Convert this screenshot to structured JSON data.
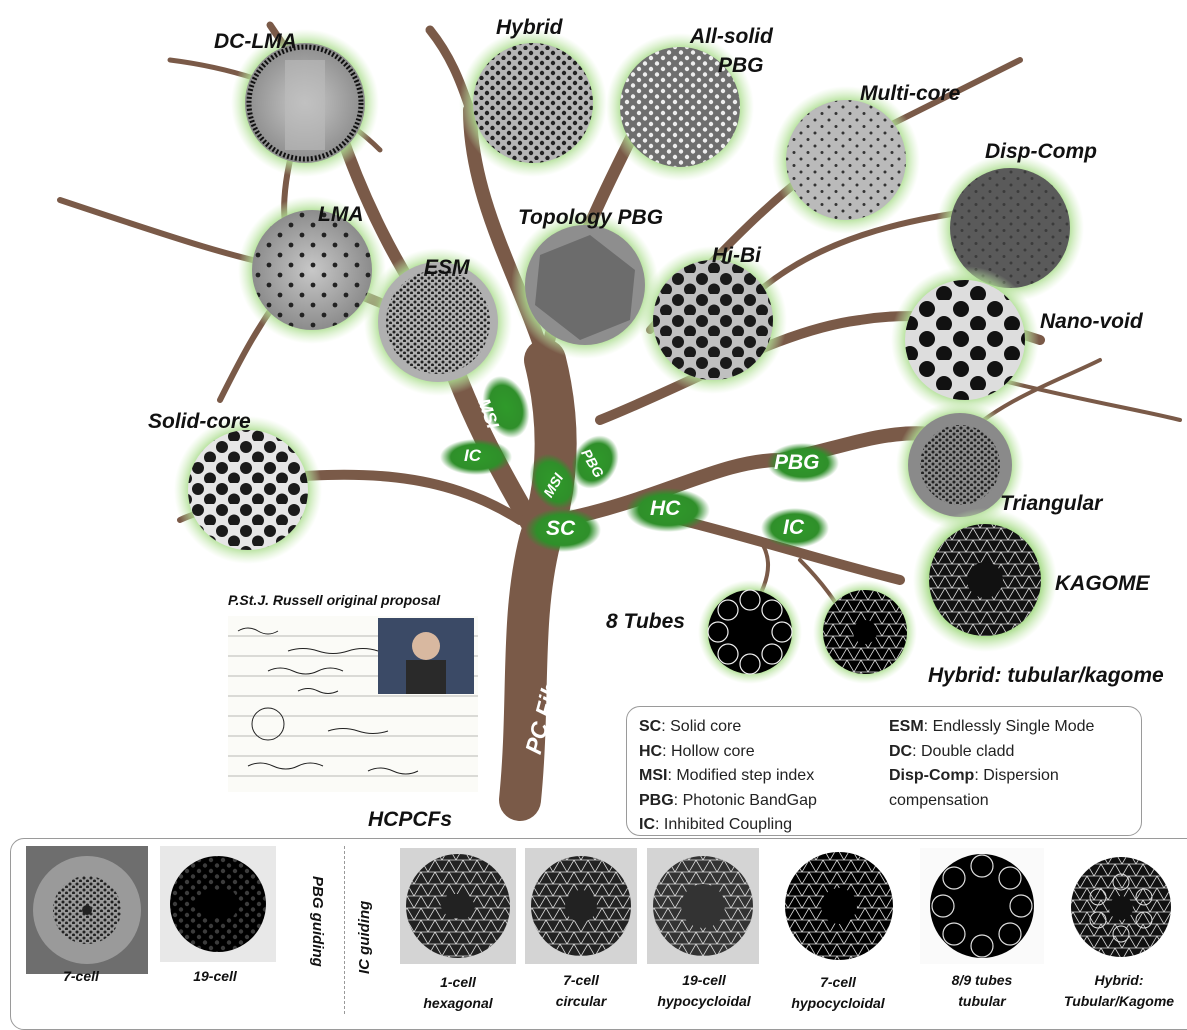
{
  "tree": {
    "trunk_label": "PC Fibers",
    "nodes": [
      {
        "id": "dc-lma",
        "label": "DC-LMA"
      },
      {
        "id": "hybrid",
        "label": "Hybrid"
      },
      {
        "id": "all-solid-pbg",
        "label": "All-solid\nPBG",
        "line1": "All-solid",
        "line2": "PBG"
      },
      {
        "id": "multi-core",
        "label": "Multi-core"
      },
      {
        "id": "disp-comp",
        "label": "Disp-Comp"
      },
      {
        "id": "lma",
        "label": "LMA"
      },
      {
        "id": "topology-pbg",
        "label": "Topology PBG"
      },
      {
        "id": "esm",
        "label": "ESM"
      },
      {
        "id": "hi-bi",
        "label": "Hi-Bi"
      },
      {
        "id": "nano-void",
        "label": "Nano-void"
      },
      {
        "id": "solid-core",
        "label": "Solid-core"
      },
      {
        "id": "triangular",
        "label": "Triangular"
      },
      {
        "id": "kagome",
        "label": "KAGOME"
      },
      {
        "id": "eight-tubes",
        "label": "8 Tubes"
      },
      {
        "id": "hybrid-tubular",
        "label": "Hybrid: tubular/kagome"
      }
    ],
    "branch_tags": {
      "msi_upper": "MSI",
      "ic_left": "IC",
      "msi_lower": "MSI",
      "pbg_small": "PBG",
      "sc": "SC",
      "hc": "HC",
      "pbg_right": "PBG",
      "ic_right": "IC"
    },
    "tag_color": "#2f8f2a",
    "halo_color": "#a8dc8a",
    "branch_color": "#7a5a48"
  },
  "proposal": {
    "title": "P.St.J. Russell original proposal"
  },
  "legend": {
    "left": [
      {
        "abbr": "SC",
        "text": ": Solid core"
      },
      {
        "abbr": "HC",
        "text": ": Hollow core"
      },
      {
        "abbr": "MSI",
        "text": ": Modified step index"
      },
      {
        "abbr": "PBG",
        "text": ": Photonic BandGap"
      },
      {
        "abbr": "IC",
        "text": ": Inhibited Coupling"
      }
    ],
    "right": [
      {
        "abbr": "ESM",
        "text": ": Endlessly Single Mode"
      },
      {
        "abbr": "DC",
        "text": ": Double cladd"
      },
      {
        "abbr": "Disp-Comp",
        "text": ": Dispersion"
      },
      {
        "abbr": "",
        "text": "compensation"
      }
    ]
  },
  "hcpcfs": {
    "title": "HCPCFs",
    "pbg_guiding": "PBG guiding",
    "ic_guiding": "IC guiding",
    "items": [
      {
        "line1": "7-cell",
        "line2": ""
      },
      {
        "line1": "19-cell",
        "line2": ""
      },
      {
        "line1": "1-cell",
        "line2": "hexagonal"
      },
      {
        "line1": "7-cell",
        "line2": "circular"
      },
      {
        "line1": "19-cell",
        "line2": "hypocycloidal"
      },
      {
        "line1": "7-cell",
        "line2": "hypocycloidal"
      },
      {
        "line1": "8/9 tubes",
        "line2": "tubular"
      },
      {
        "line1": "Hybrid:",
        "line2": "Tubular/Kagome"
      }
    ]
  }
}
